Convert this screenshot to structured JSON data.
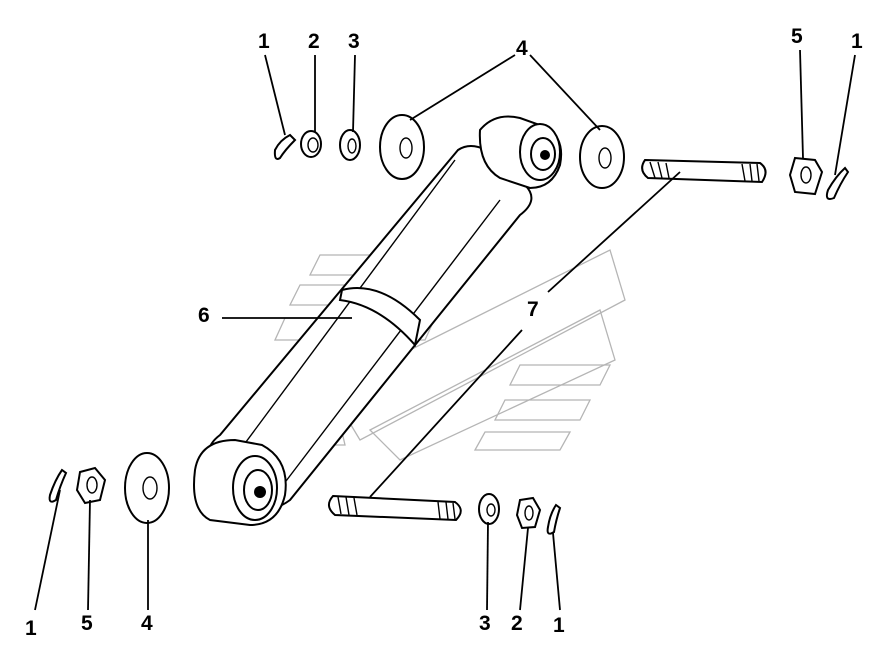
{
  "callouts": [
    {
      "id": "c1a",
      "text": "1"
    },
    {
      "id": "c2a",
      "text": "2"
    },
    {
      "id": "c3a",
      "text": "3"
    },
    {
      "id": "c4a",
      "text": "4"
    },
    {
      "id": "c5a",
      "text": "5"
    },
    {
      "id": "c1b",
      "text": "1"
    },
    {
      "id": "c6",
      "text": "6"
    },
    {
      "id": "c7",
      "text": "7"
    },
    {
      "id": "c1c",
      "text": "1"
    },
    {
      "id": "c5b",
      "text": "5"
    },
    {
      "id": "c4b",
      "text": "4"
    },
    {
      "id": "c3b",
      "text": "3"
    },
    {
      "id": "c2b",
      "text": "2"
    },
    {
      "id": "c1d",
      "text": "1"
    }
  ]
}
